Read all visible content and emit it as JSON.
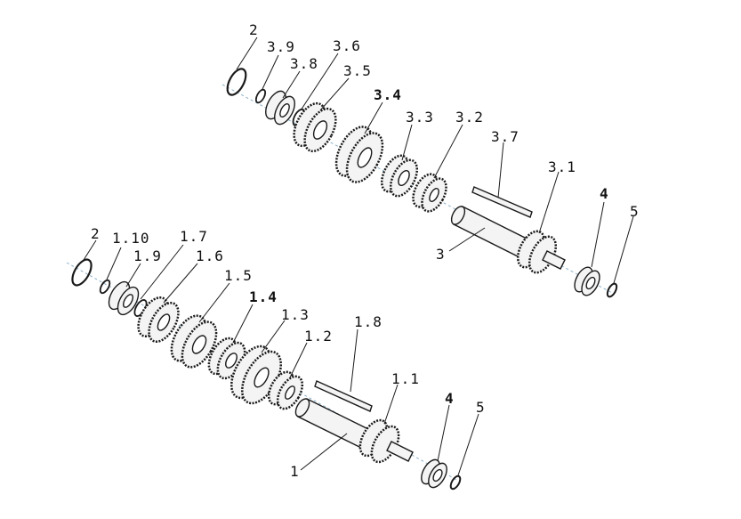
{
  "colors": {
    "line": "#1a1a1a",
    "fill": "#f4f4f4",
    "axis": "#8ab0c8"
  },
  "upper_assembly": {
    "labels": {
      "ring_2": "2",
      "p3_9": "3.9",
      "p3_8": "3.8",
      "p3_6": "3.6",
      "p3_5": "3.5",
      "p3_4": "3.4",
      "p3_3": "3.3",
      "p3_2": "3.2",
      "p3_7": "3.7",
      "p3_1": "3.1",
      "shaft_3": "3",
      "bearing_4": "4",
      "ring_5": "5"
    }
  },
  "lower_assembly": {
    "labels": {
      "ring_2": "2",
      "p1_10": "1.10",
      "p1_9": "1.9",
      "p1_7": "1.7",
      "p1_6": "1.6",
      "p1_5": "1.5",
      "p1_4": "1.4",
      "p1_3": "1.3",
      "p1_2": "1.2",
      "p1_8": "1.8",
      "p1_1": "1.1",
      "shaft_1": "1",
      "bearing_4": "4",
      "ring_5": "5"
    }
  }
}
